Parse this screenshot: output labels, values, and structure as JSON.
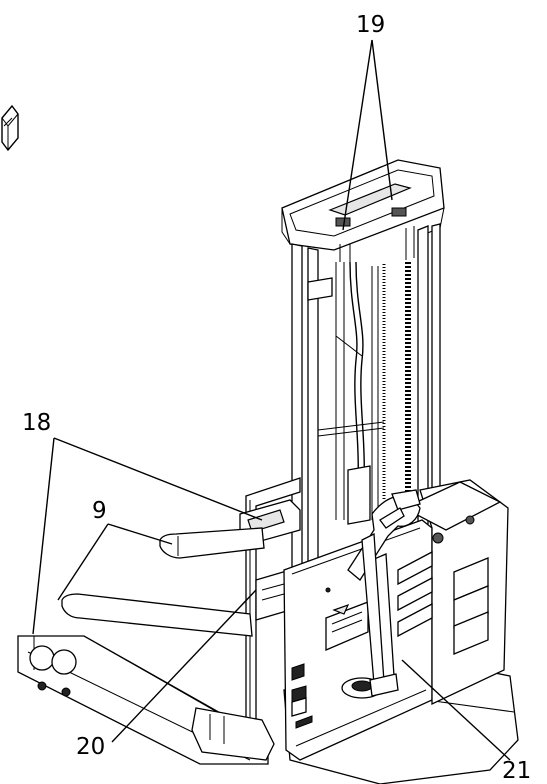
{
  "callouts": {
    "c19": "19",
    "c18": "18",
    "c9": "9",
    "c20": "20",
    "c21": "21"
  },
  "colors": {
    "line": "#000000",
    "background": "#ffffff"
  }
}
